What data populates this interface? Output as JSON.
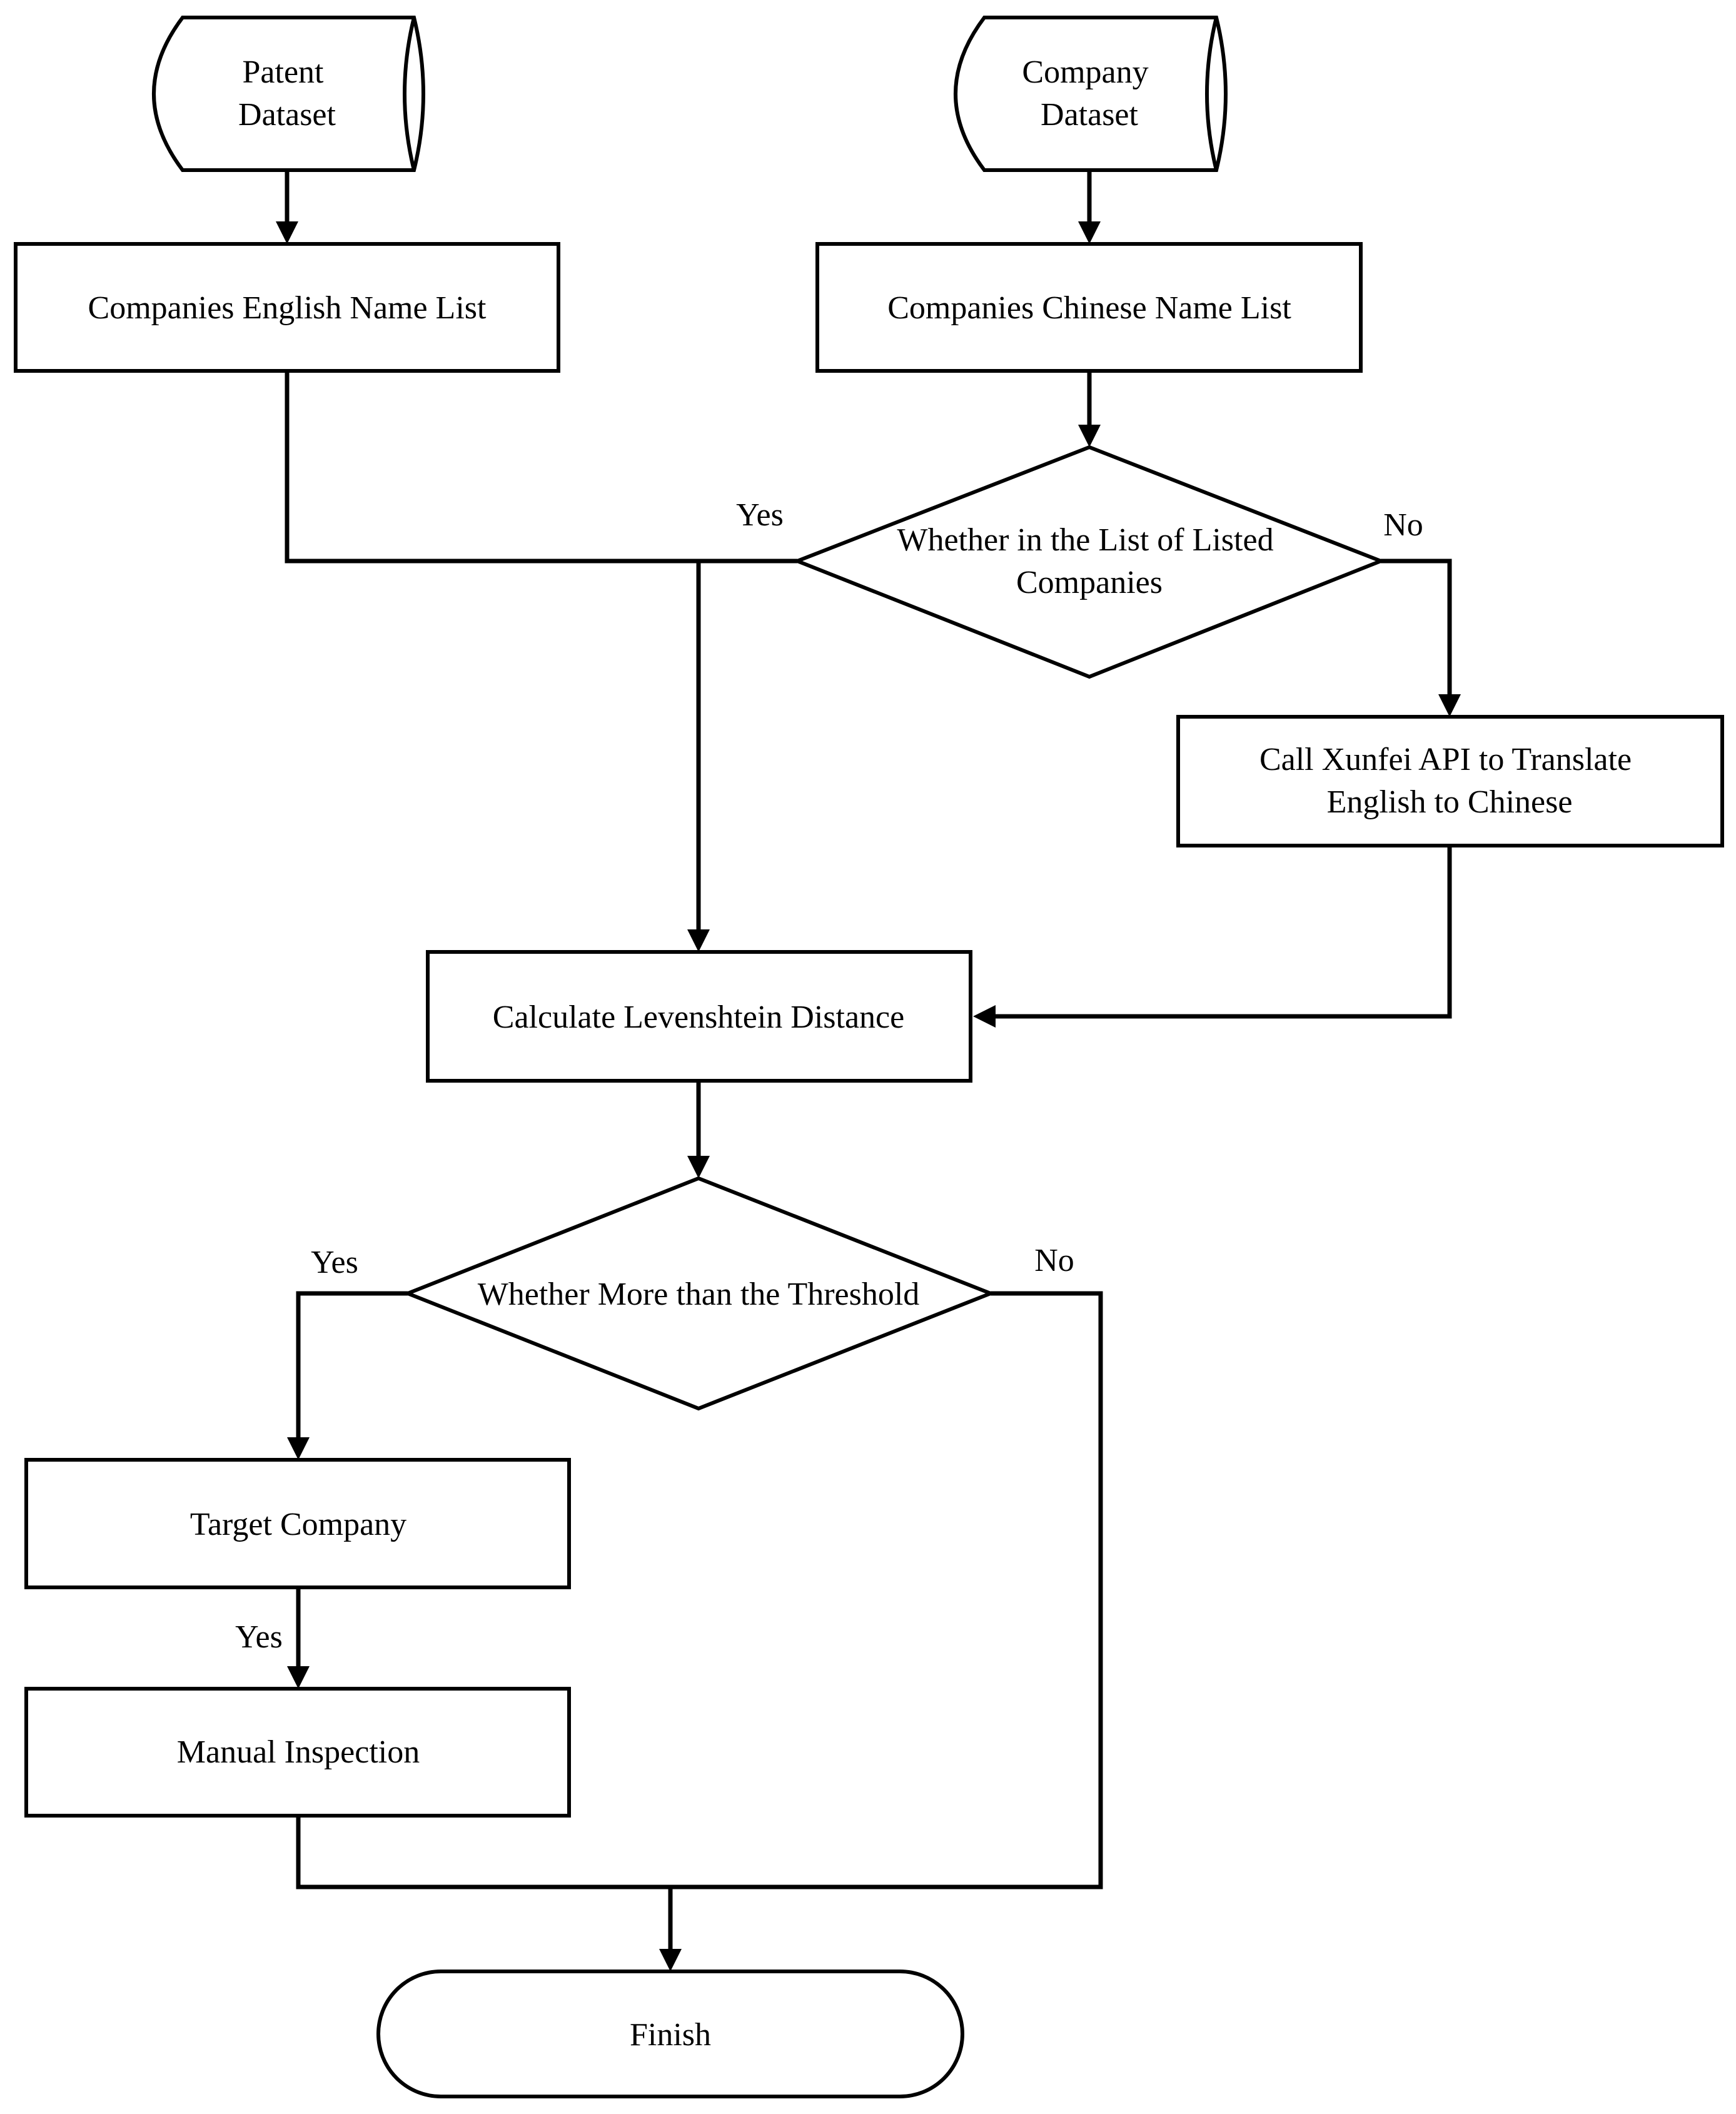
{
  "nodes": {
    "patent_dataset": {
      "lines": [
        "Patent",
        "Dataset"
      ]
    },
    "company_dataset": {
      "lines": [
        "Company",
        "Dataset"
      ]
    },
    "english_list": {
      "lines": [
        "Companies English Name List"
      ]
    },
    "chinese_list": {
      "lines": [
        "Companies Chinese Name List"
      ]
    },
    "listed_decision": {
      "lines": [
        "Whether in the List of Listed",
        "Companies"
      ]
    },
    "translate": {
      "lines": [
        "Call Xunfei API to Translate",
        "English to Chinese"
      ]
    },
    "levenshtein": {
      "lines": [
        "Calculate Levenshtein Distance"
      ]
    },
    "threshold_decision": {
      "lines": [
        "Whether More than the Threshold"
      ]
    },
    "target_company": {
      "lines": [
        "Target Company"
      ]
    },
    "manual_inspection": {
      "lines": [
        "Manual Inspection"
      ]
    },
    "finish": {
      "lines": [
        "Finish"
      ]
    }
  },
  "edge_labels": {
    "listed_yes": "Yes",
    "listed_no": "No",
    "threshold_yes": "Yes",
    "threshold_no": "No",
    "target_yes": "Yes"
  }
}
